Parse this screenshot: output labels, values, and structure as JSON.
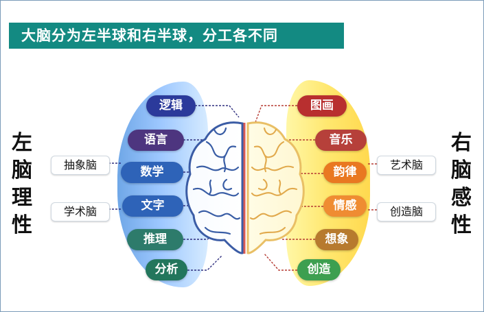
{
  "title": "大脑分为左半球和右半球，分工各不同",
  "left": {
    "vertical_label": "左\n脑\n理\n性",
    "side_boxes": [
      "抽象脑",
      "学术脑"
    ],
    "nodes": [
      "逻辑",
      "语言",
      "数学",
      "文字",
      "推理",
      "分析"
    ]
  },
  "right": {
    "vertical_label": "右\n脑\n感\n性",
    "side_boxes": [
      "艺术脑",
      "创造脑"
    ],
    "nodes": [
      "图画",
      "音乐",
      "韵律",
      "情感",
      "想象",
      "创造"
    ]
  },
  "colors": {
    "title_bg": "#138a82",
    "left_pill_dark": "#2b3a9b",
    "left_pill_blue": "#2e63b8",
    "left_pill_green": "#2d7b6b",
    "right_pill_red": "#b82f2f",
    "right_pill_orange": "#e97821",
    "right_pill_green": "#3d9f50"
  }
}
